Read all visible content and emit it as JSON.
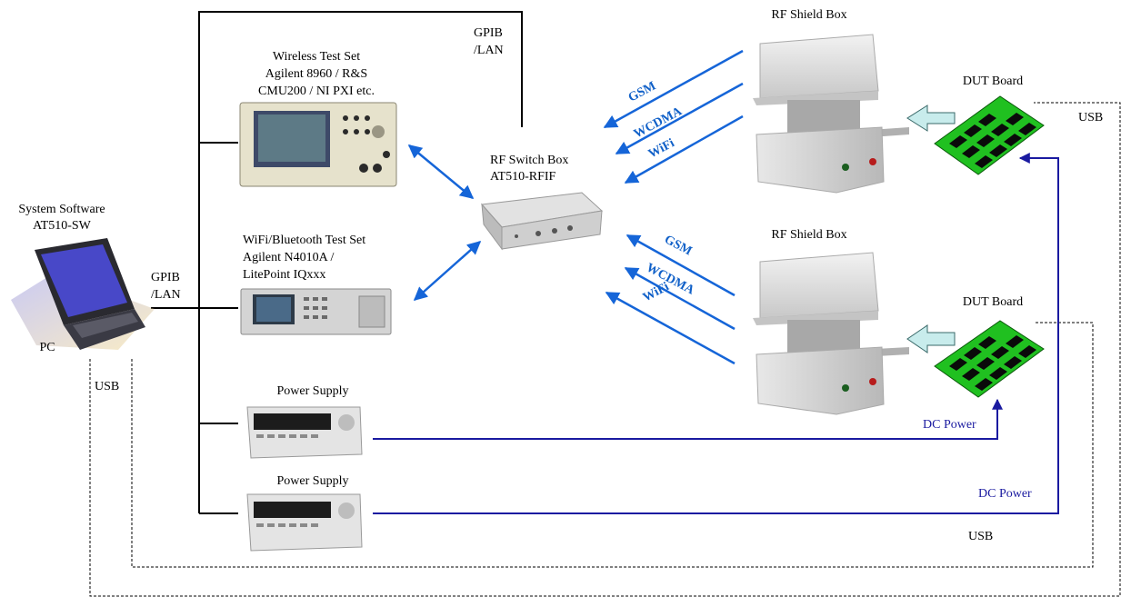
{
  "labels": {
    "system_software": "System Software",
    "system_software_id": "AT510-SW",
    "pc": "PC",
    "gpib_left_1": "GPIB",
    "gpib_left_2": "/LAN",
    "usb_left": "USB",
    "gpib_top_1": "GPIB",
    "gpib_top_2": "/LAN",
    "wireless_1": "Wireless Test Set",
    "wireless_2": "Agilent 8960 / R&S",
    "wireless_3": "CMU200 / NI PXI etc.",
    "wifi_bt_1": "WiFi/Bluetooth Test Set",
    "wifi_bt_2": "Agilent N4010A /",
    "wifi_bt_3": "LitePoint IQxxx",
    "power_supply_1": "Power Supply",
    "power_supply_2": "Power Supply",
    "rf_switch_1": "RF Switch Box",
    "rf_switch_2": "AT510-RFIF",
    "rf_shield_top": "RF Shield Box",
    "rf_shield_bottom": "RF Shield Box",
    "dut_top": "DUT Board",
    "dut_bottom": "DUT Board",
    "usb_right_top": "USB",
    "usb_bottom": "USB",
    "dc_power_1": "DC Power",
    "dc_power_2": "DC Power",
    "gsm_top": "GSM",
    "wcdma_top": "WCDMA",
    "wifi_top": "WiFi",
    "gsm_bottom": "GSM",
    "wcdma_bottom": "WCDMA",
    "wifi_bottom": "WiFi"
  },
  "colors": {
    "rf_link": "#1565d8",
    "dc_power": "#1a1aa0",
    "bus": "#000000"
  }
}
